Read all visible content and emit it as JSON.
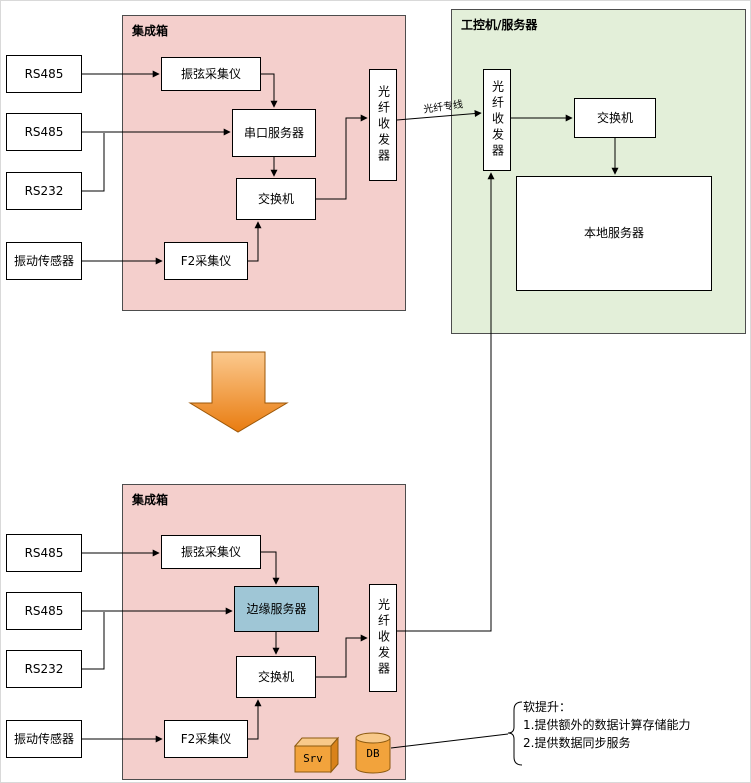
{
  "top_diagram": {
    "container_label": "集成箱",
    "right_container_label": "工控机/服务器",
    "input_rs485_1": "RS485",
    "input_rs485_2": "RS485",
    "input_rs232": "RS232",
    "input_vibration_sensor": "振动传感器",
    "vibrating_wire_collector": "振弦采集仪",
    "serial_server": "串口服务器",
    "switch": "交换机",
    "f2_collector": "F2采集仪",
    "fiber_transceiver": "光纤收发器",
    "fiber_line_label": "光纤专线",
    "right_fiber_transceiver": "光纤收发器",
    "right_switch": "交换机",
    "local_server": "本地服务器"
  },
  "bottom_diagram": {
    "container_label": "集成箱",
    "input_rs485_1": "RS485",
    "input_rs485_2": "RS485",
    "input_rs232": "RS232",
    "input_vibration_sensor": "振动传感器",
    "vibrating_wire_collector": "振弦采集仪",
    "edge_server": "边缘服务器",
    "switch": "交换机",
    "f2_collector": "F2采集仪",
    "fiber_transceiver": "光纤收发器",
    "srv_label": "Srv",
    "db_label": "DB",
    "note_title": "软提升：",
    "note_line_1": "1.提供额外的数据计算存储能力",
    "note_line_2": "2.提供数据同步服务"
  },
  "colors": {
    "integration_box_fill": "#f4cfcc",
    "server_box_fill": "#e3efd9",
    "edge_server_fill": "#9fc6d6",
    "big_arrow_fill": "#ed7d31",
    "storage_fill": "#f2a33c"
  }
}
